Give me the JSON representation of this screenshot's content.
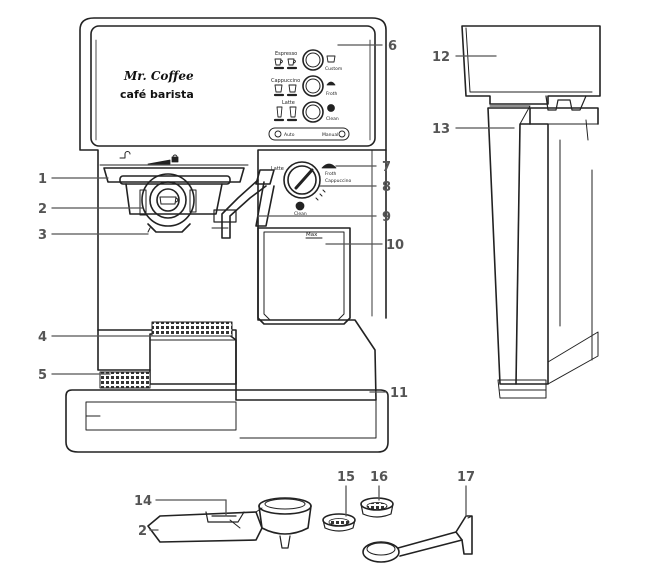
{
  "brand": {
    "logo_line1": "Mr. Coffee",
    "logo_line2": "café barista"
  },
  "control_panel": {
    "espresso": "Espresso",
    "cappuccino": "Cappuccino",
    "latte": "Latte",
    "custom": "Custom",
    "froth": "Froth",
    "clean": "Clean",
    "auto": "Auto",
    "manual": "Manual"
  },
  "knob": {
    "latte": "Latte",
    "froth": "Froth",
    "cappuccino": "Cappuccino",
    "clean": "Clean"
  },
  "reservoir": {
    "max": "Max"
  },
  "callouts": {
    "c1": "1",
    "c2": "2",
    "c3": "3",
    "c4": "4",
    "c5": "5",
    "c6": "6",
    "c7": "7",
    "c8": "8",
    "c9": "9",
    "c10": "10",
    "c11": "11",
    "c12": "12",
    "c13": "13",
    "c14": "14",
    "c15": "15",
    "c16": "16",
    "c17": "17",
    "c2b": "2"
  },
  "colors": {
    "line": "#222222",
    "callout": "#555555",
    "fill": "#ffffff",
    "grid": "#333333"
  }
}
